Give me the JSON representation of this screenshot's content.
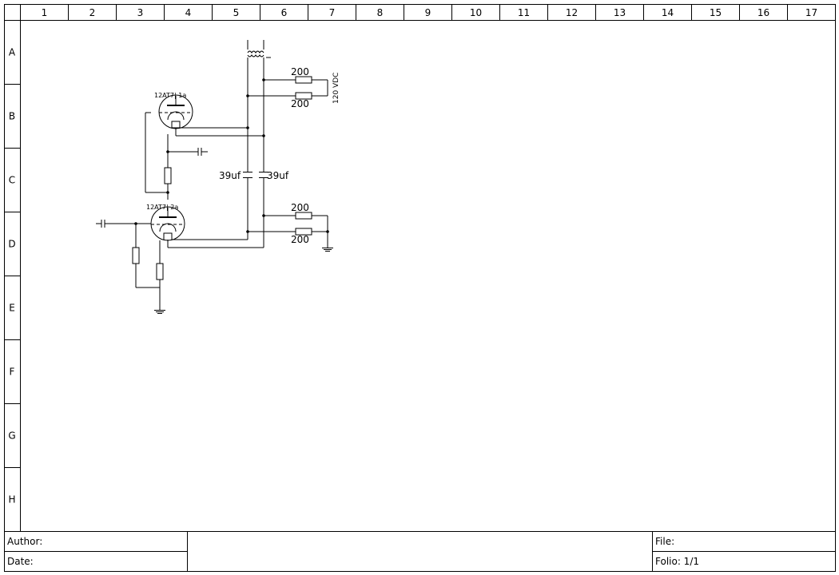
{
  "frame": {
    "columns": [
      "1",
      "2",
      "3",
      "4",
      "5",
      "6",
      "7",
      "8",
      "9",
      "10",
      "11",
      "12",
      "13",
      "14",
      "15",
      "16",
      "17"
    ],
    "rows": [
      "A",
      "B",
      "C",
      "D",
      "E",
      "F",
      "G",
      "H"
    ]
  },
  "title_block": {
    "author_label": "Author:",
    "date_label": "Date:",
    "file_label": "File:",
    "folio_label": "Folio: 1/1"
  },
  "schematic": {
    "tube_top_label": "12AT7| 1a",
    "tube_bottom_label": "12AT7| 2a",
    "supply_label": "120 VDC",
    "resistor_values": [
      "200",
      "200",
      "200",
      "200"
    ],
    "capacitor_values": [
      "39uf",
      "39uf"
    ]
  }
}
